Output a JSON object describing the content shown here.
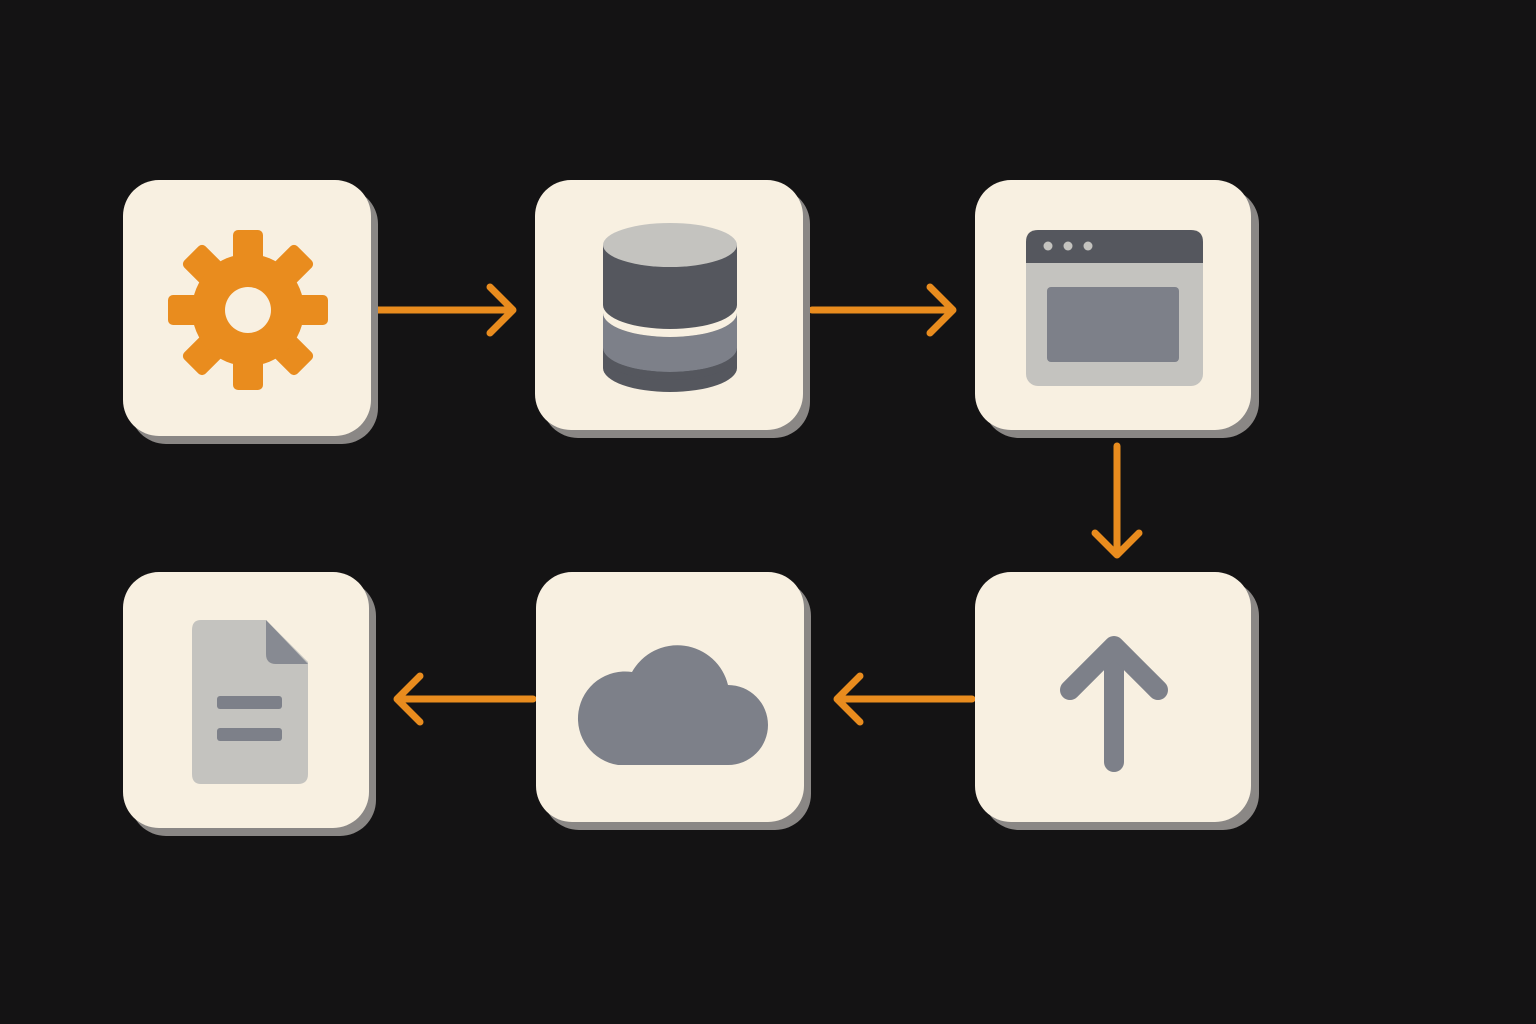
{
  "diagram": {
    "background_color": "#141314",
    "card_color": "#f8f0e1",
    "card_shadow_color": "#8a8785",
    "accent_color": "#e98c1e",
    "icon_dark_color": "#55575e",
    "icon_mid_color": "#7d8089",
    "icon_light_color": "#c4c3bf",
    "nodes": [
      {
        "id": "settings",
        "icon": "gear-icon"
      },
      {
        "id": "database",
        "icon": "database-icon"
      },
      {
        "id": "browser",
        "icon": "browser-window-icon"
      },
      {
        "id": "upload",
        "icon": "arrow-up-icon"
      },
      {
        "id": "cloud",
        "icon": "cloud-icon"
      },
      {
        "id": "document",
        "icon": "document-icon"
      }
    ],
    "edges": [
      {
        "from": "settings",
        "to": "database",
        "direction": "right"
      },
      {
        "from": "database",
        "to": "browser",
        "direction": "right"
      },
      {
        "from": "browser",
        "to": "upload",
        "direction": "down"
      },
      {
        "from": "upload",
        "to": "cloud",
        "direction": "left"
      },
      {
        "from": "cloud",
        "to": "document",
        "direction": "left"
      }
    ]
  }
}
